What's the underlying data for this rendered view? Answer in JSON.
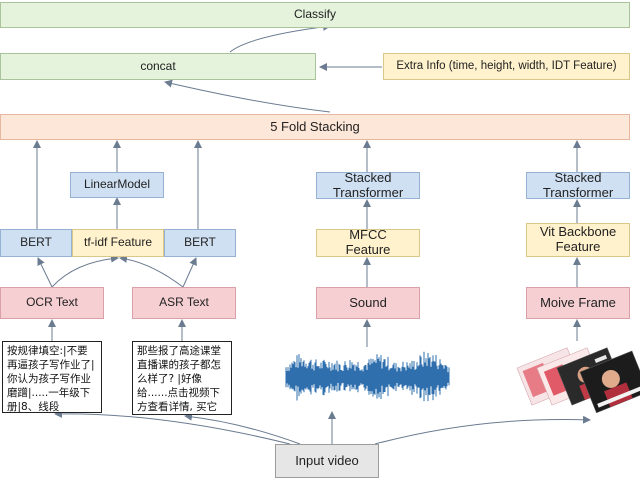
{
  "nodes": {
    "classify": "Classify",
    "concat": "concat",
    "extra_info": "Extra Info (time, height, width, IDT Feature)",
    "stacking": "5 Fold Stacking",
    "linear_model": "LinearModel",
    "stacked_transformer_audio": "Stacked\nTransformer",
    "stacked_transformer_video": "Stacked\nTransformer",
    "bert_left": "BERT",
    "tfidf": "tf-idf Feature",
    "bert_right": "BERT",
    "mfcc": "MFCC\nFeature",
    "vit": "Vit Backbone\nFeature",
    "ocr_text": "OCR Text",
    "asr_text": "ASR Text",
    "sound": "Sound",
    "movie_frame": "Moive Frame",
    "input_video": "Input video"
  },
  "samples": {
    "ocr": "按规律填空:|不要再逼孩子写作业了|你认为孩子写作业磨蹭|.....一年级下册|8、线段",
    "asr": "那些报了高途课堂直播课的孩子都怎么样了? |好像给......点击视频下方查看详情, 买它"
  },
  "colors": {
    "green": "#e5f2dc",
    "orange": "#fde7d8",
    "blue": "#cfe0f3",
    "yellow": "#fff2cc",
    "pink": "#f6cfd3",
    "gray": "#e6e6e6",
    "waveform": "#2f6fae",
    "arrow": "#6b7b90"
  },
  "icons": {
    "waveform": "audio-waveform-image",
    "frames": "video-frames-thumbnail-stack"
  }
}
